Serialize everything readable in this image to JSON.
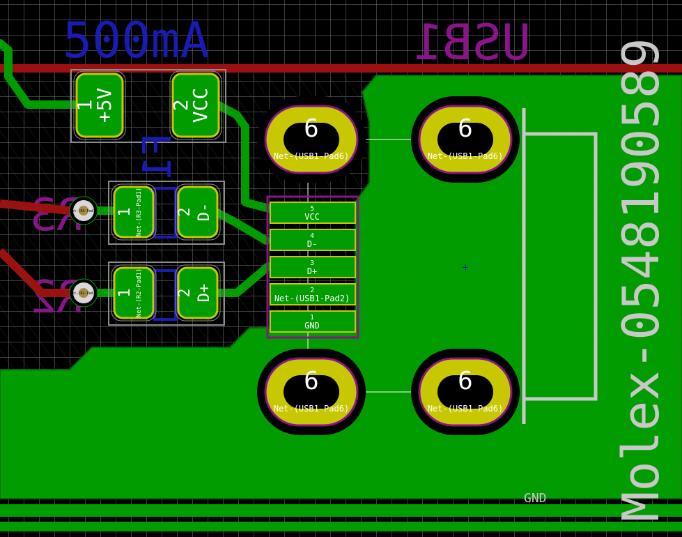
{
  "board": {
    "colors": {
      "background": "#000000",
      "grid": "#8c8c8c",
      "copper_fill": "#009c00",
      "copper_edge": "#006a00",
      "hatch": "#1e7a1e",
      "pad_ring": "#c8c800",
      "pad_ring_edge": "#e0e090",
      "silk": "#c8c8c8",
      "fab_magenta": "#8a148a",
      "fab_blue": "#1a1ab4",
      "red_trace": "#9c1010",
      "drill": "#ffffff"
    }
  },
  "silkscreen": {
    "ref_usb": "USB1",
    "ref_fuse_value": "500mA",
    "ref_fuse_mirror": "F1",
    "ref_r3": "R3",
    "ref_r2": "R2",
    "connector_value": "Molex-0548190589",
    "gnd_label": "GND"
  },
  "fuse_pads": [
    {
      "number": "1",
      "net": "+5V"
    },
    {
      "number": "2",
      "net": "VCC"
    }
  ],
  "r3_pads": [
    {
      "number": "1",
      "net": "Net-(R3-Pad1)"
    },
    {
      "number": "2",
      "net": "D-"
    }
  ],
  "r2_pads": [
    {
      "number": "1",
      "net": "Net-(R2-Pad1)"
    },
    {
      "number": "2",
      "net": "D+"
    }
  ],
  "vias": [
    {
      "label": "Net-(R3-Pad1)"
    },
    {
      "label": "Net-(R2-Pad1)"
    }
  ],
  "usb_pins": [
    {
      "number": "5",
      "net": "VCC"
    },
    {
      "number": "4",
      "net": "D-"
    },
    {
      "number": "3",
      "net": "D+"
    },
    {
      "number": "2",
      "net": "Net-(USB1-Pad2)"
    },
    {
      "number": "1",
      "net": "GND"
    }
  ],
  "shield_pads": [
    {
      "number": "6",
      "net": "Net-(USB1-Pad6)"
    },
    {
      "number": "6",
      "net": "Net-(USB1-Pad6)"
    },
    {
      "number": "6",
      "net": "Net-(USB1-Pad6)"
    },
    {
      "number": "6",
      "net": "Net-(USB1-Pad6)"
    }
  ]
}
